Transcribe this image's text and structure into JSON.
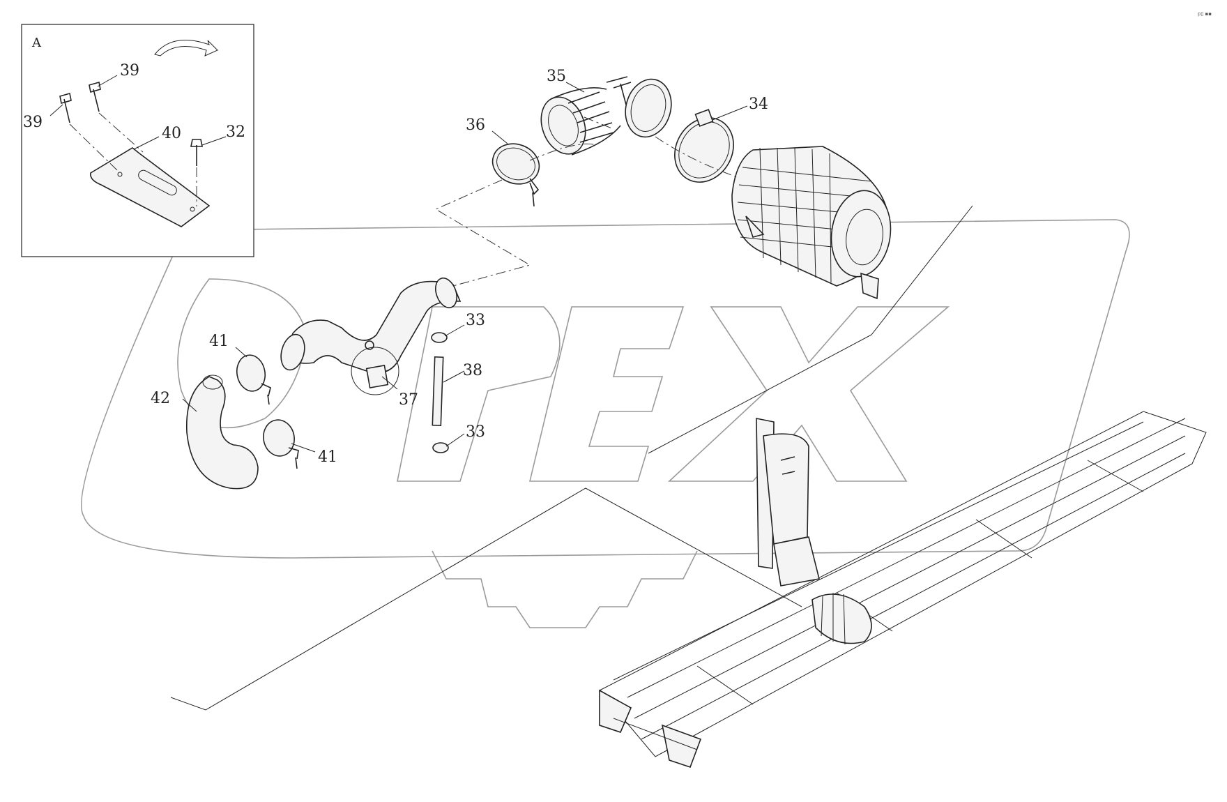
{
  "diagram": {
    "inset_label": "A",
    "corner_mark": "p▯ ▪▪",
    "watermark_text": "OPEX",
    "callouts": {
      "c39a": "39",
      "c39b": "39",
      "c40": "40",
      "c32": "32",
      "c35": "35",
      "c34": "34",
      "c36": "36",
      "c33a": "33",
      "c33b": "33",
      "c38": "38",
      "c37": "37",
      "c41a": "41",
      "c41b": "41",
      "c42": "42"
    }
  },
  "colors": {
    "line": "#222222",
    "watermark": "#9a9a9a",
    "background": "#ffffff"
  }
}
